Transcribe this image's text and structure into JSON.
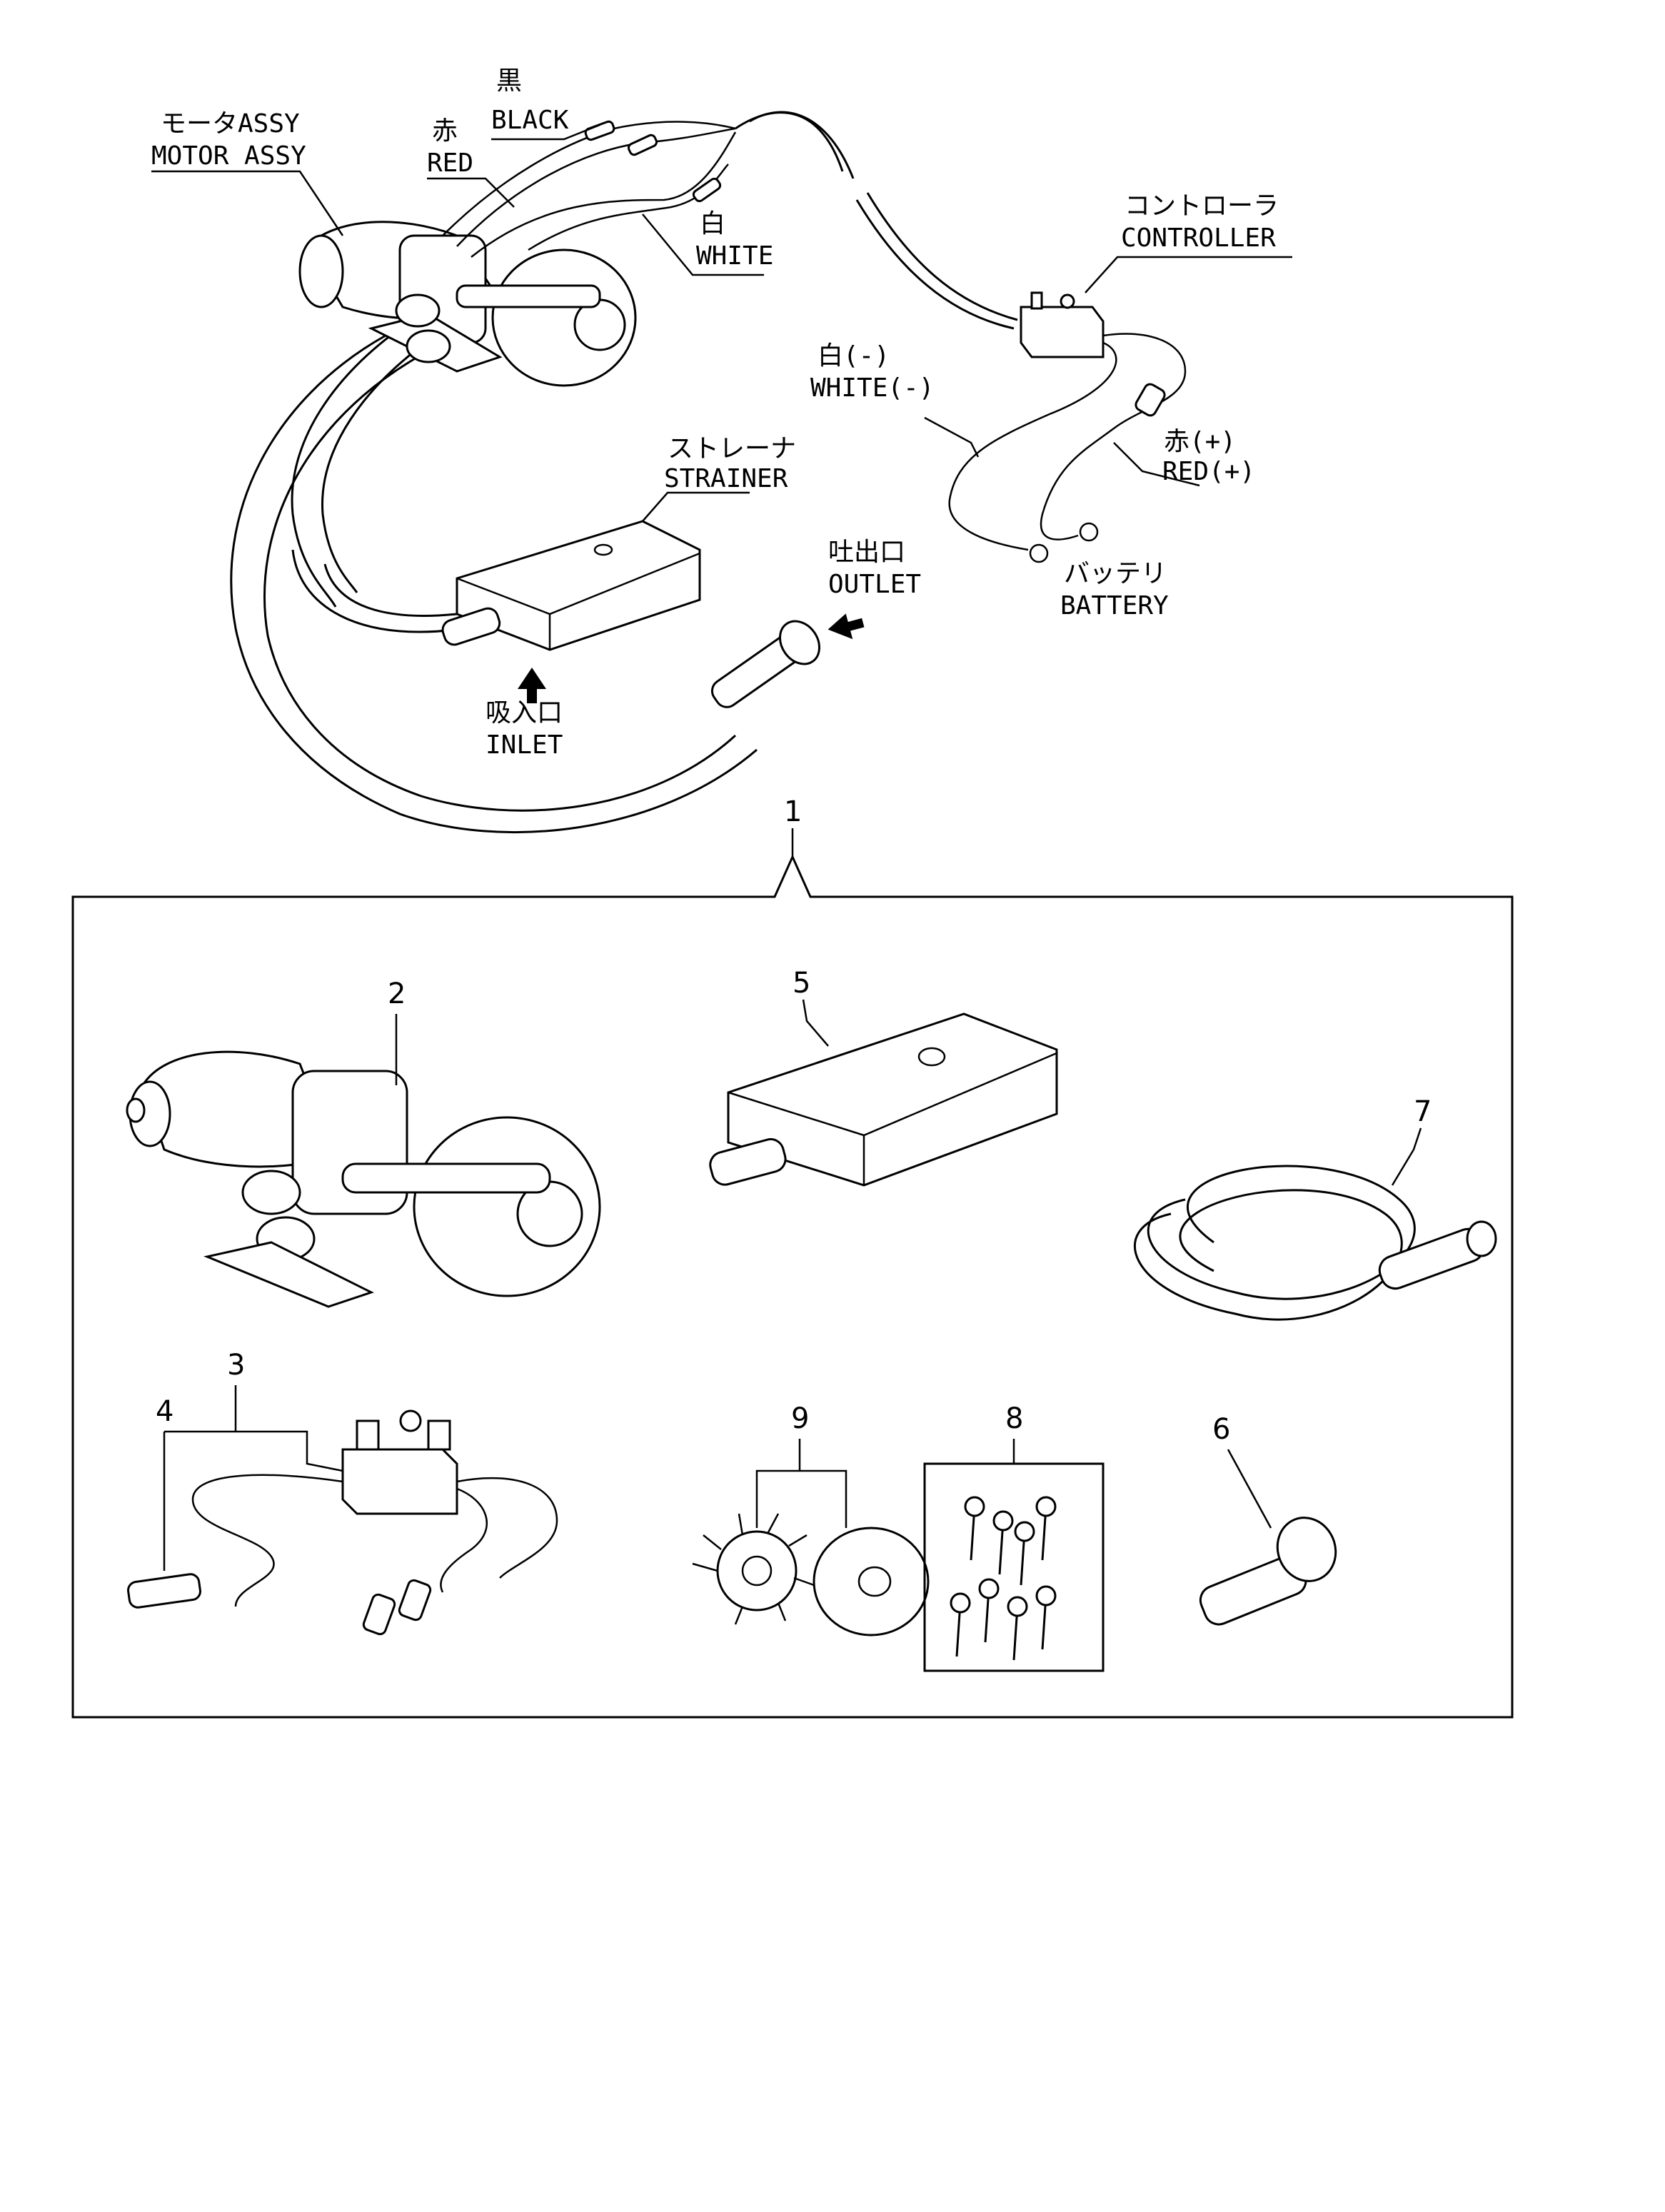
{
  "labels": {
    "motor_assy_jp": "モータASSY",
    "motor_assy_en": "MOTOR ASSY",
    "black_jp": "黒",
    "black_en": "BLACK",
    "red_jp": "赤",
    "red_en": "RED",
    "white_jp": "白",
    "white_en": "WHITE",
    "controller_jp": "コントローラ",
    "controller_en": "CONTROLLER",
    "white_minus_jp": "白(-)",
    "white_minus_en": "WHITE(-)",
    "red_plus_jp": "赤(+)",
    "red_plus_en": "RED(+)",
    "strainer_jp": "ストレーナ",
    "strainer_en": "STRAINER",
    "battery_jp": "バッテリ",
    "battery_en": "BATTERY",
    "outlet_jp": "吐出口",
    "outlet_en": "OUTLET",
    "inlet_jp": "吸入口",
    "inlet_en": "INLET"
  },
  "callouts": {
    "kit": "1",
    "motor": "2",
    "controller": "3",
    "fuse": "4",
    "strainer": "5",
    "outlet_fitting": "6",
    "hose": "7",
    "screws": "8",
    "impeller": "9"
  },
  "colors": {
    "line": "#000000",
    "background": "#ffffff"
  }
}
